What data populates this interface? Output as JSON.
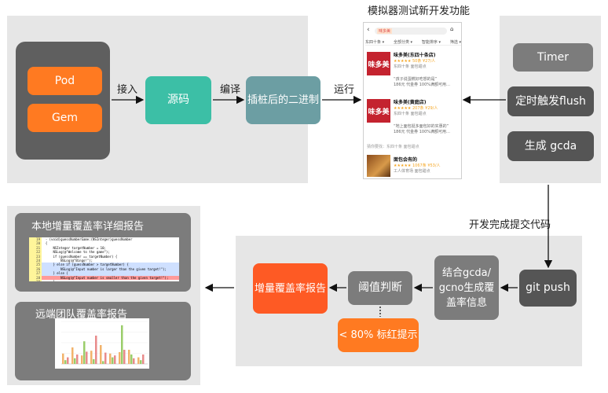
{
  "simulator_title": "模拟器测试新开发功能",
  "boxes": {
    "pod": "Pod",
    "gem": "Gem",
    "source": "源码",
    "binary": "插桩后的二进制",
    "timer": "Timer",
    "flush": "定时触发flush",
    "gen_gcda": "生成 gcda",
    "git_push": "git push",
    "combine": "结合gcda/\ngcno生成覆\n盖率信息",
    "threshold": "阈值判断",
    "report": "增量覆盖率报告",
    "warn": "< 80%  标红提示"
  },
  "labels": {
    "import": "接入",
    "compile": "编译",
    "run": "运行",
    "commit": "开发完成提交代码"
  },
  "reports": {
    "local_title": "本地增量覆盖率详细报告",
    "remote_title": "远端团队覆盖率报告"
  },
  "phone": {
    "search_text": "味多美",
    "filters": [
      "东四十条 ▾",
      "全部分类 ▾",
      "智能排序 ▾",
      "筛选 ▾"
    ],
    "shop1": {
      "logo": "味多美",
      "name": "味多美(东四十条店)",
      "rating": "★★★★★ 50条  ¥27/人",
      "area": "东四十条  面包甜点",
      "l5": "“孩子说蛋糕好吃想的是”",
      "l6": "186元 代金券  100%满额可用…"
    },
    "shop2": {
      "logo": "味多美",
      "name": "味多美(黄庭店)",
      "rating": "★★★★★ 207条  ¥29/人",
      "area": "东四十条  面包甜点",
      "l5": "“地上面包挺多面包好的实惠的”",
      "l6": "186元 代金券  100%满额可用…"
    },
    "hint": "猜你要找：东四十条 面包甜点",
    "shop3": {
      "name": "面包会有的",
      "rating": "★★★★★ 1067条  ¥53/人",
      "area": "工人体育场  面包甜点"
    }
  },
  "code_lines": [
    {
      "n": "19",
      "c": "  - (void)guessNumberGame:(NSInteger)guessNumber",
      "hl": ""
    },
    {
      "n": "20",
      "c": "  {",
      "hl": ""
    },
    {
      "n": "21",
      "c": "      NSInteger targetNumber = 10;",
      "hl": ""
    },
    {
      "n": "22",
      "c": "      NSLog(@\"Welcome to the game\");",
      "hl": ""
    },
    {
      "n": "23",
      "c": "      if (guessNumber == targetNumber) {",
      "hl": ""
    },
    {
      "n": "24",
      "c": "          NSLog(@\"Bingo!\");",
      "hl": ""
    },
    {
      "n": "25",
      "c": "      } else if (guessNumber > targetNumber) {",
      "hl": "blue"
    },
    {
      "n": "26",
      "c": "          NSLog(@\"Input number is larger than the given target!\");",
      "hl": "blue"
    },
    {
      "n": "27",
      "c": "      } else {",
      "hl": "blue"
    },
    {
      "n": "28",
      "c": "          NSLog(@\"Input number is smaller than the given target!\");",
      "hl": "red"
    },
    {
      "n": "29",
      "c": "      }",
      "hl": ""
    },
    {
      "n": "30",
      "c": "  }",
      "hl": ""
    }
  ],
  "bar_chart": {
    "type": "bar",
    "series": [
      {
        "values": [
          22,
          35,
          18,
          28,
          40,
          22,
          25,
          30,
          14
        ]
      },
      {
        "values": [
          8,
          12,
          48,
          10,
          6,
          14,
          82,
          20,
          8
        ]
      },
      {
        "values": [
          14,
          20,
          26,
          60,
          24,
          18,
          30,
          12,
          20
        ]
      }
    ]
  },
  "colors": {
    "orange": "#ff7a21",
    "teal": "#3cbfa6",
    "slate": "#6c9ea3",
    "gray_box": "#7c7c7c",
    "dark_box": "#555555",
    "red_box": "#fe5a24"
  }
}
